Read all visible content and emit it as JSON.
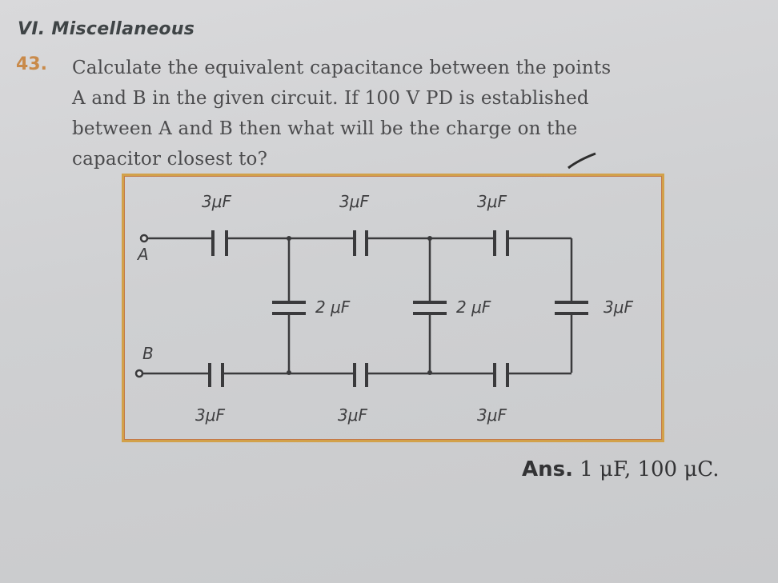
{
  "section": {
    "title": "VI. Miscellaneous"
  },
  "question": {
    "number": "43.",
    "lines": [
      "Calculate the equivalent capacitance between the points",
      "A and B in the given circuit. If 100 V PD is established",
      "between A and B then what will be the charge on the",
      "capacitor closest to?"
    ]
  },
  "circuit": {
    "terminals": {
      "a": "A",
      "b": "B"
    },
    "top_caps": [
      "3μF",
      "3μF",
      "3μF"
    ],
    "bottom_caps": [
      "3μF",
      "3μF",
      "3μF"
    ],
    "vertical_caps": [
      "2 μF",
      "2 μF",
      "3μF"
    ]
  },
  "answer": {
    "key": "Ans.",
    "value": "1 μF, 100 μC."
  }
}
